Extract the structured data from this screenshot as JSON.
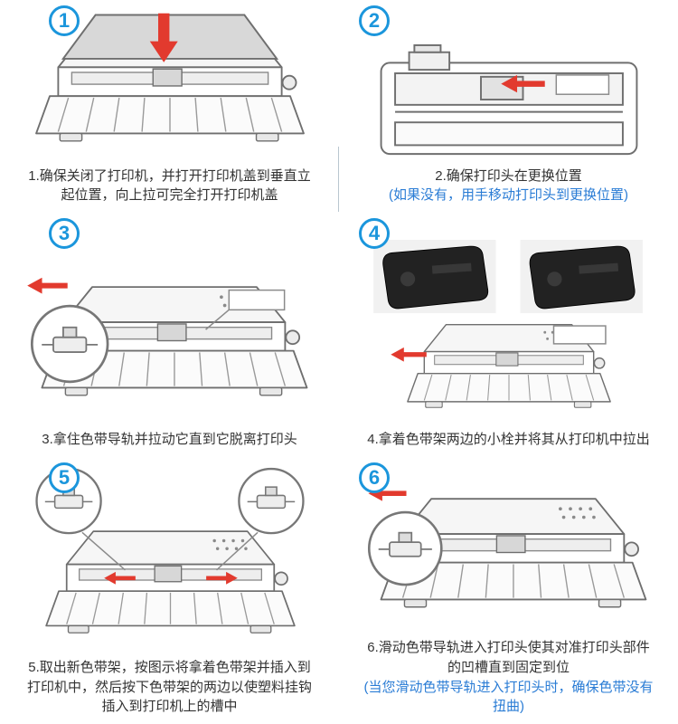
{
  "page": {
    "background": "#ffffff",
    "accent_blue": "#1b96dc",
    "note_blue": "#2a7cd5",
    "arrow_red": "#e23a2e",
    "line_gray": "#6f6f6f"
  },
  "steps": [
    {
      "number": "1",
      "caption": "1.确保关闭了打印机，并打开打印机盖到垂直立起位置，向上拉可完全打开打印机盖",
      "note": ""
    },
    {
      "number": "2",
      "caption": "2.确保打印头在更换位置",
      "note": "(如果没有，用手移动打印头到更换位置)"
    },
    {
      "number": "3",
      "caption": "3.拿住色带导轨并拉动它直到它脱离打印头",
      "note": ""
    },
    {
      "number": "4",
      "caption": "4.拿着色带架两边的小栓并将其从打印机中拉出",
      "note": ""
    },
    {
      "number": "5",
      "caption": "5.取出新色带架，按图示将拿着色带架并插入到打印机中，然后按下色带架的两边以使塑料挂钩插入到打印机上的槽中",
      "note": ""
    },
    {
      "number": "6",
      "caption": "6.滑动色带导轨进入打印头使其对准打印头部件的凹槽直到固定到位",
      "note": "(当您滑动色带导轨进入打印头时，确保色带没有扭曲)"
    }
  ]
}
